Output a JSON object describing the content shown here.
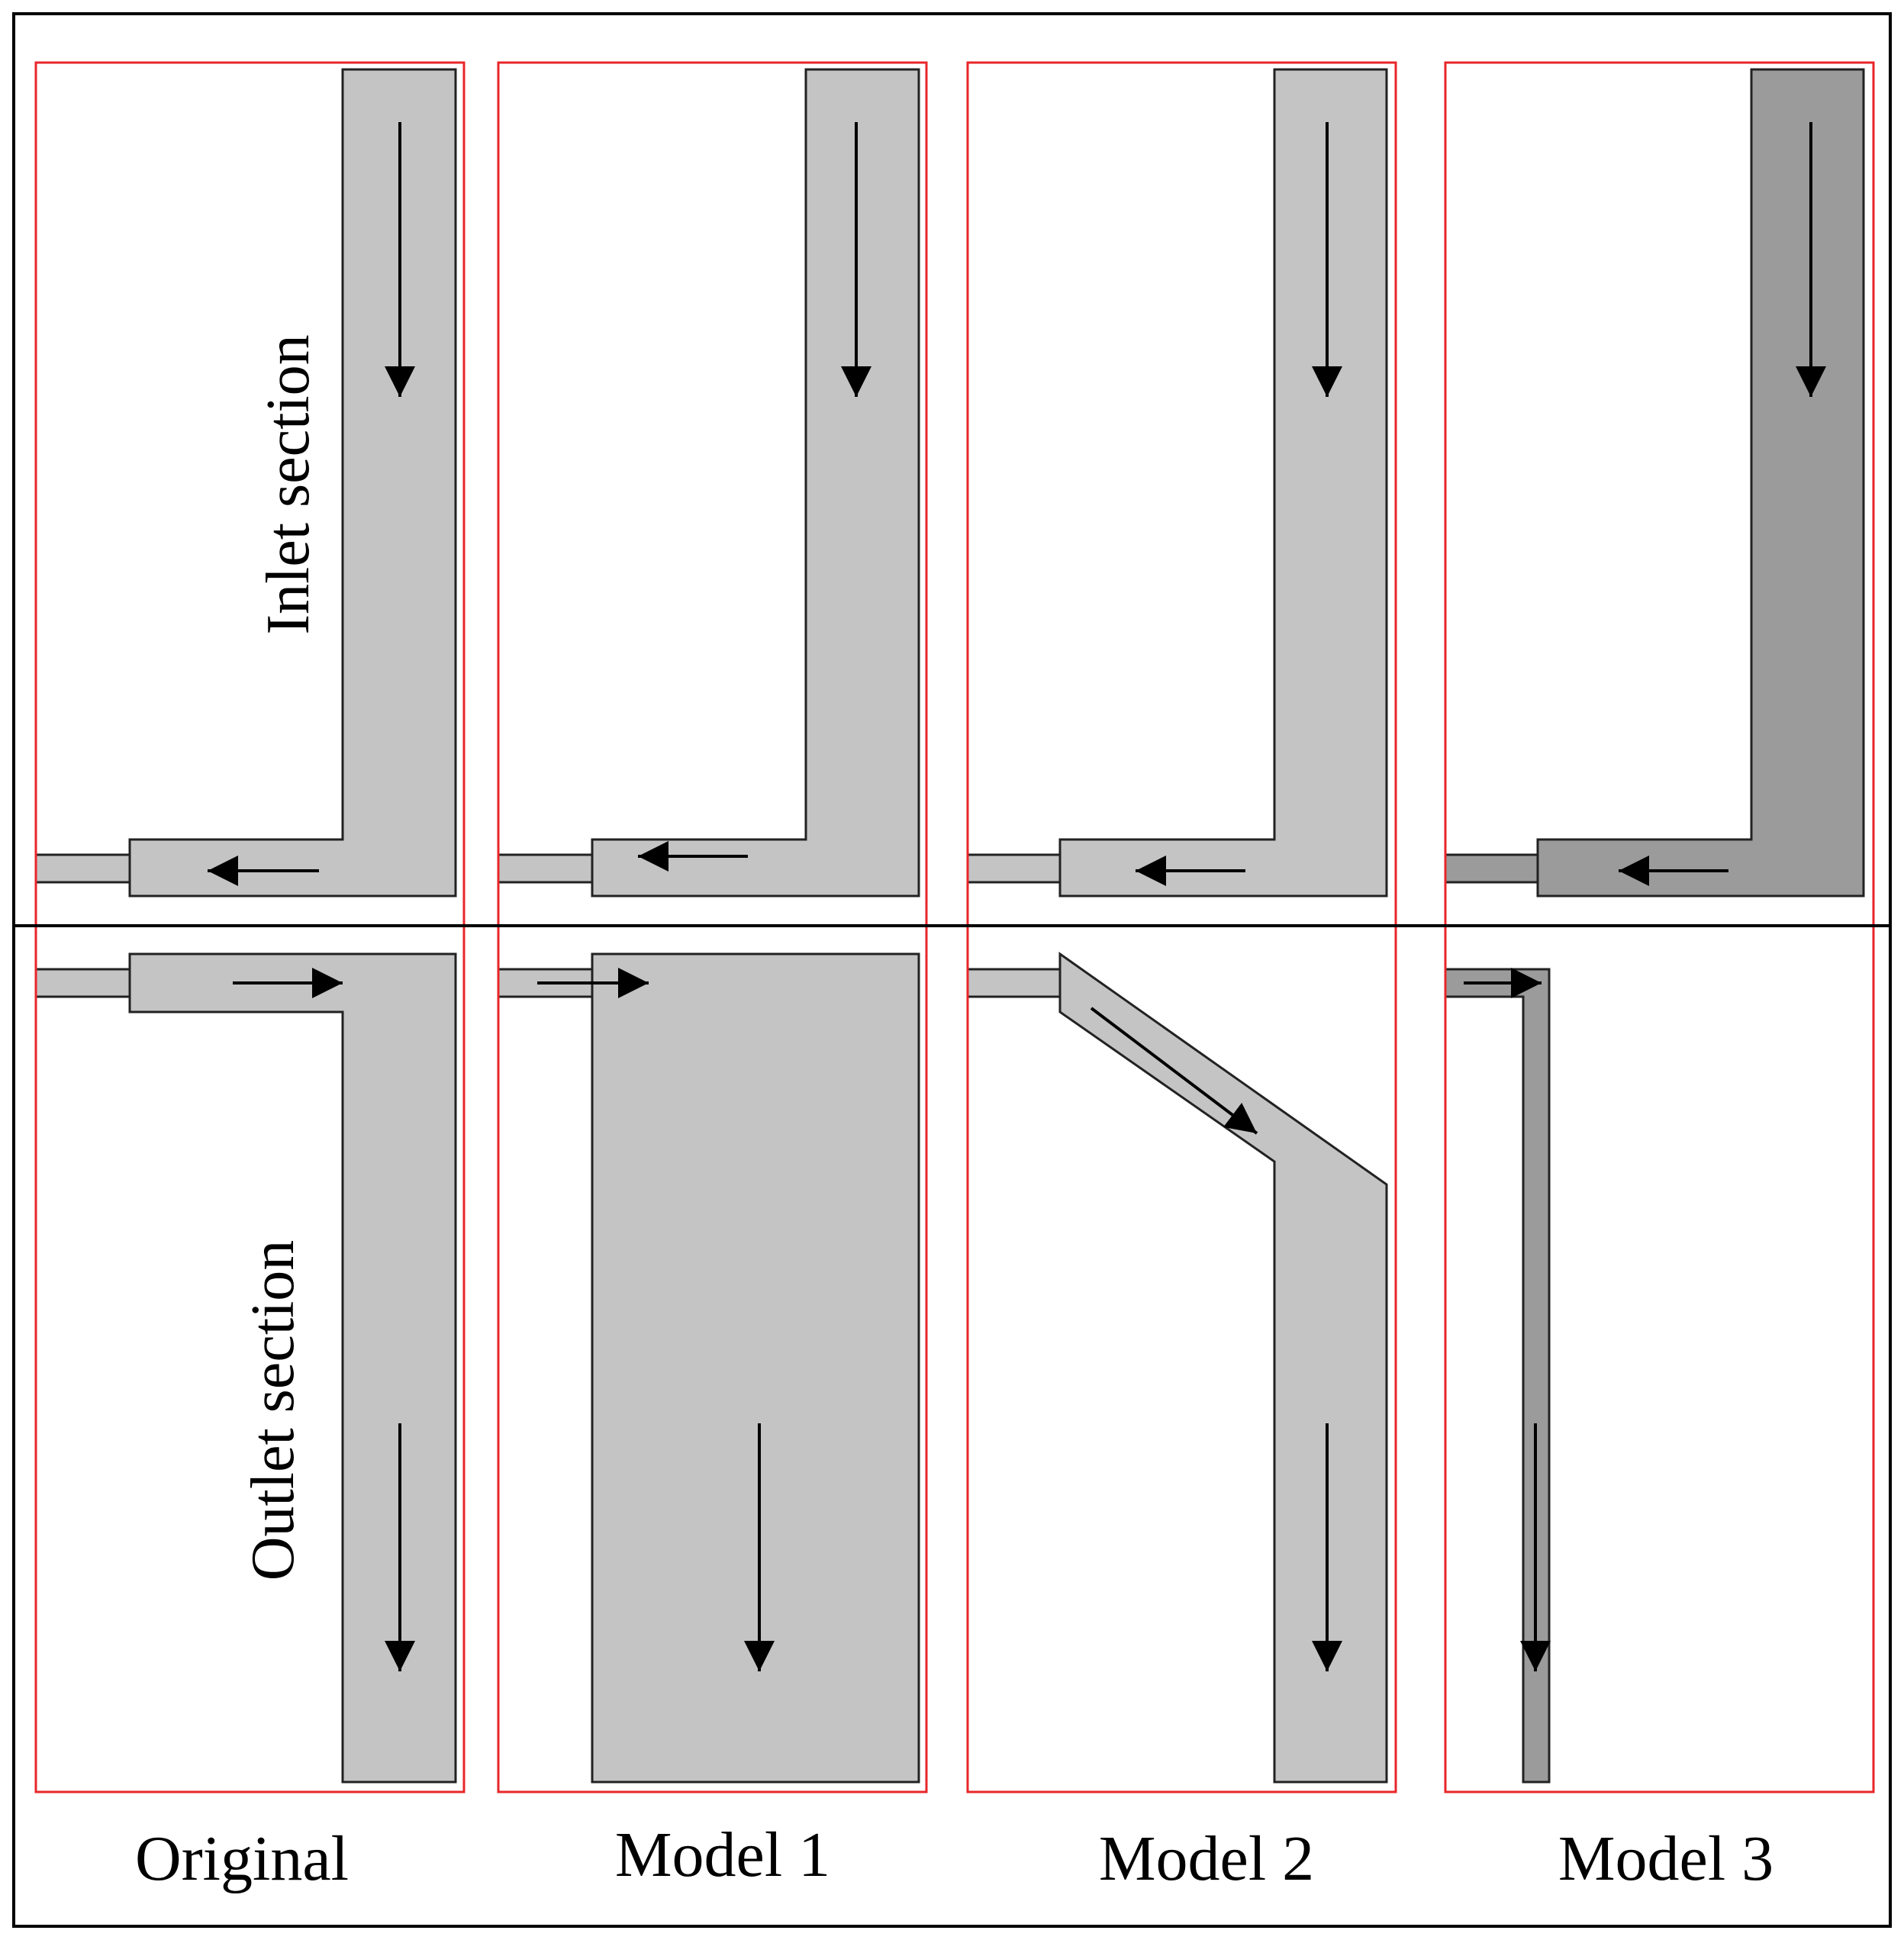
{
  "section_labels": {
    "inlet": "Inlet section",
    "outlet": "Outlet section"
  },
  "columns": [
    {
      "id": "original",
      "label": "Original",
      "fill": "#c4c4c4"
    },
    {
      "id": "model-1",
      "label": "Model 1",
      "fill": "#c4c4c4"
    },
    {
      "id": "model-2",
      "label": "Model 2",
      "fill": "#c4c4c4"
    },
    {
      "id": "model-3",
      "label": "Model 3",
      "fill": "#9b9b9b"
    }
  ],
  "colors": {
    "outer_frame": "#000000",
    "panel_border": "#e8262a",
    "section_divider": "#000000",
    "duct_edge": "#222222",
    "arrow": "#000000"
  }
}
